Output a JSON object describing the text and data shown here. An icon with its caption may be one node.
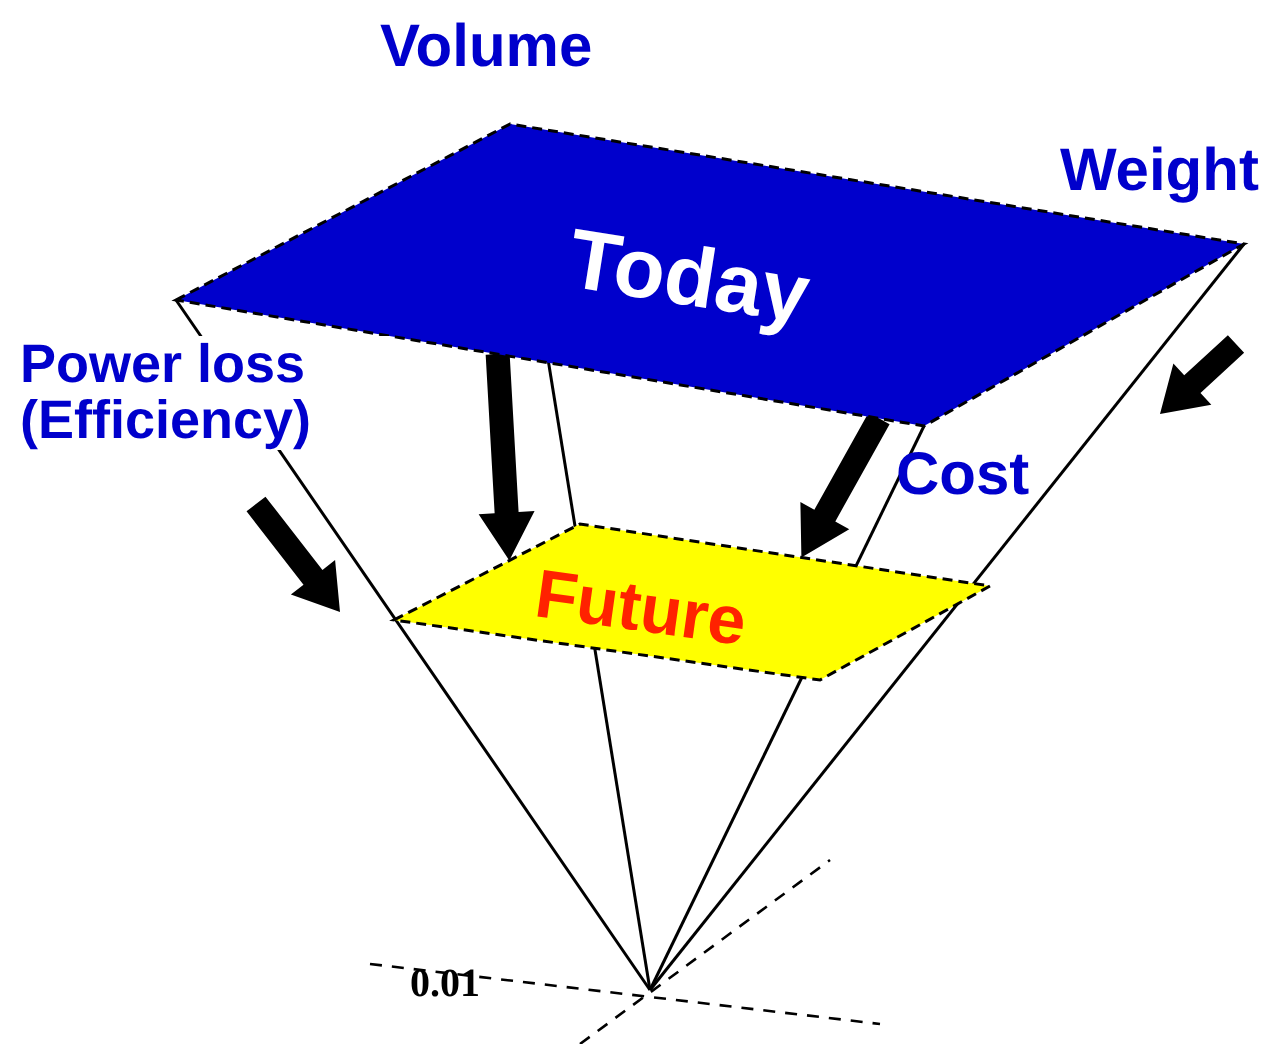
{
  "diagram": {
    "nodes": [
      {
        "text": [
          "Today"
        ]
      },
      {
        "text": [
          "Future"
        ]
      }
    ],
    "edges": [
      {
        "from": 0,
        "to": 1,
        "arrow": "to"
      },
      {
        "from": 0,
        "to": 1,
        "arrow": "to"
      }
    ],
    "labels": [
      "Volume",
      "Weight",
      "Power loss (Efficiency)",
      "Cost",
      "0.01"
    ]
  }
}
